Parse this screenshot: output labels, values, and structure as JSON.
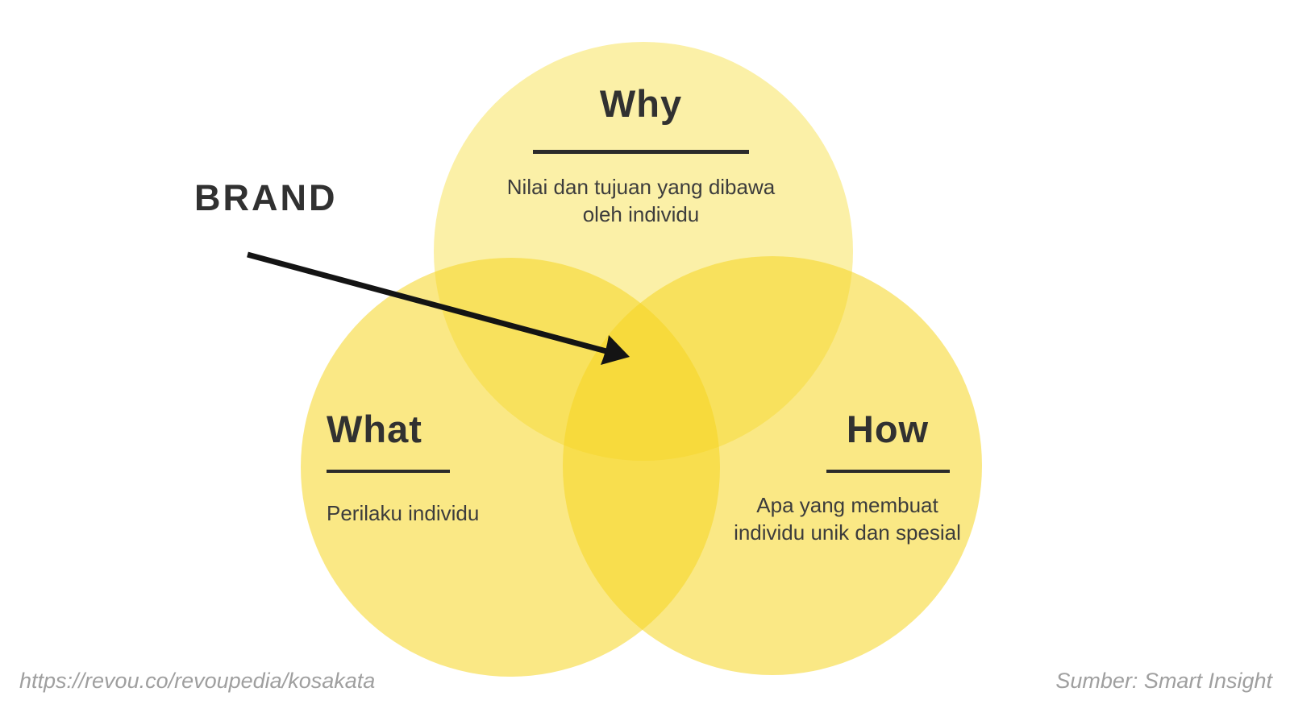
{
  "brand": {
    "label": "BRAND"
  },
  "circles": {
    "why": {
      "label": "Why",
      "line1": "Nilai dan tujuan yang dibawa",
      "line2": "oleh individu"
    },
    "what": {
      "label": "What",
      "line1": "Perilaku individu"
    },
    "how": {
      "label": "How",
      "line1": "Apa yang membuat",
      "line2": "individu unik dan spesial"
    }
  },
  "footer": {
    "source_url": "https://revou.co/revoupedia/kosakata",
    "source_credit": "Sumber: Smart Insight"
  },
  "colors": {
    "background": "#ffffff",
    "circle-top-fill": "rgba(246,220,45,0.42)",
    "circle-side-fill": "rgba(246,213,32,0.55)",
    "heading-text": "#313131",
    "body-text": "#3c3c3c",
    "underline": "#2b2b2b",
    "arrow": "#141414",
    "footer-text": "#9f9f9f"
  }
}
